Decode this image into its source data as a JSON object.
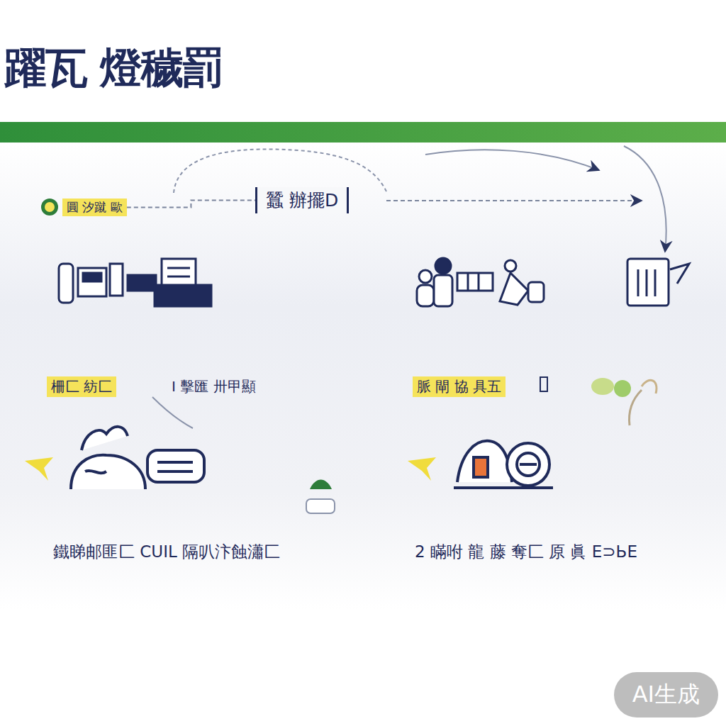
{
  "diagram": {
    "title": "躍瓦 燈穢罰",
    "nodes": [
      {
        "text": [
          "圓 汐蹴 歐"
        ]
      },
      {
        "text": [
          "蠶 辦擺D"
        ]
      },
      {
        "text": [
          "柵匚 紡匚"
        ]
      },
      {
        "text": [
          "脈 閘 協 具五"
        ]
      }
    ],
    "edges": [
      {
        "from": 0,
        "to": 1,
        "arrow": "none"
      }
    ],
    "labels": [
      "I 擊匯 卅甲顯",
      "鐵睇邮匪匚 CUIL 隔叭汴蝕瀟匚",
      "2 瞞咐 龍 藤 奪匚 原 眞 E⊃ЬE",
      "AI生成"
    ]
  }
}
